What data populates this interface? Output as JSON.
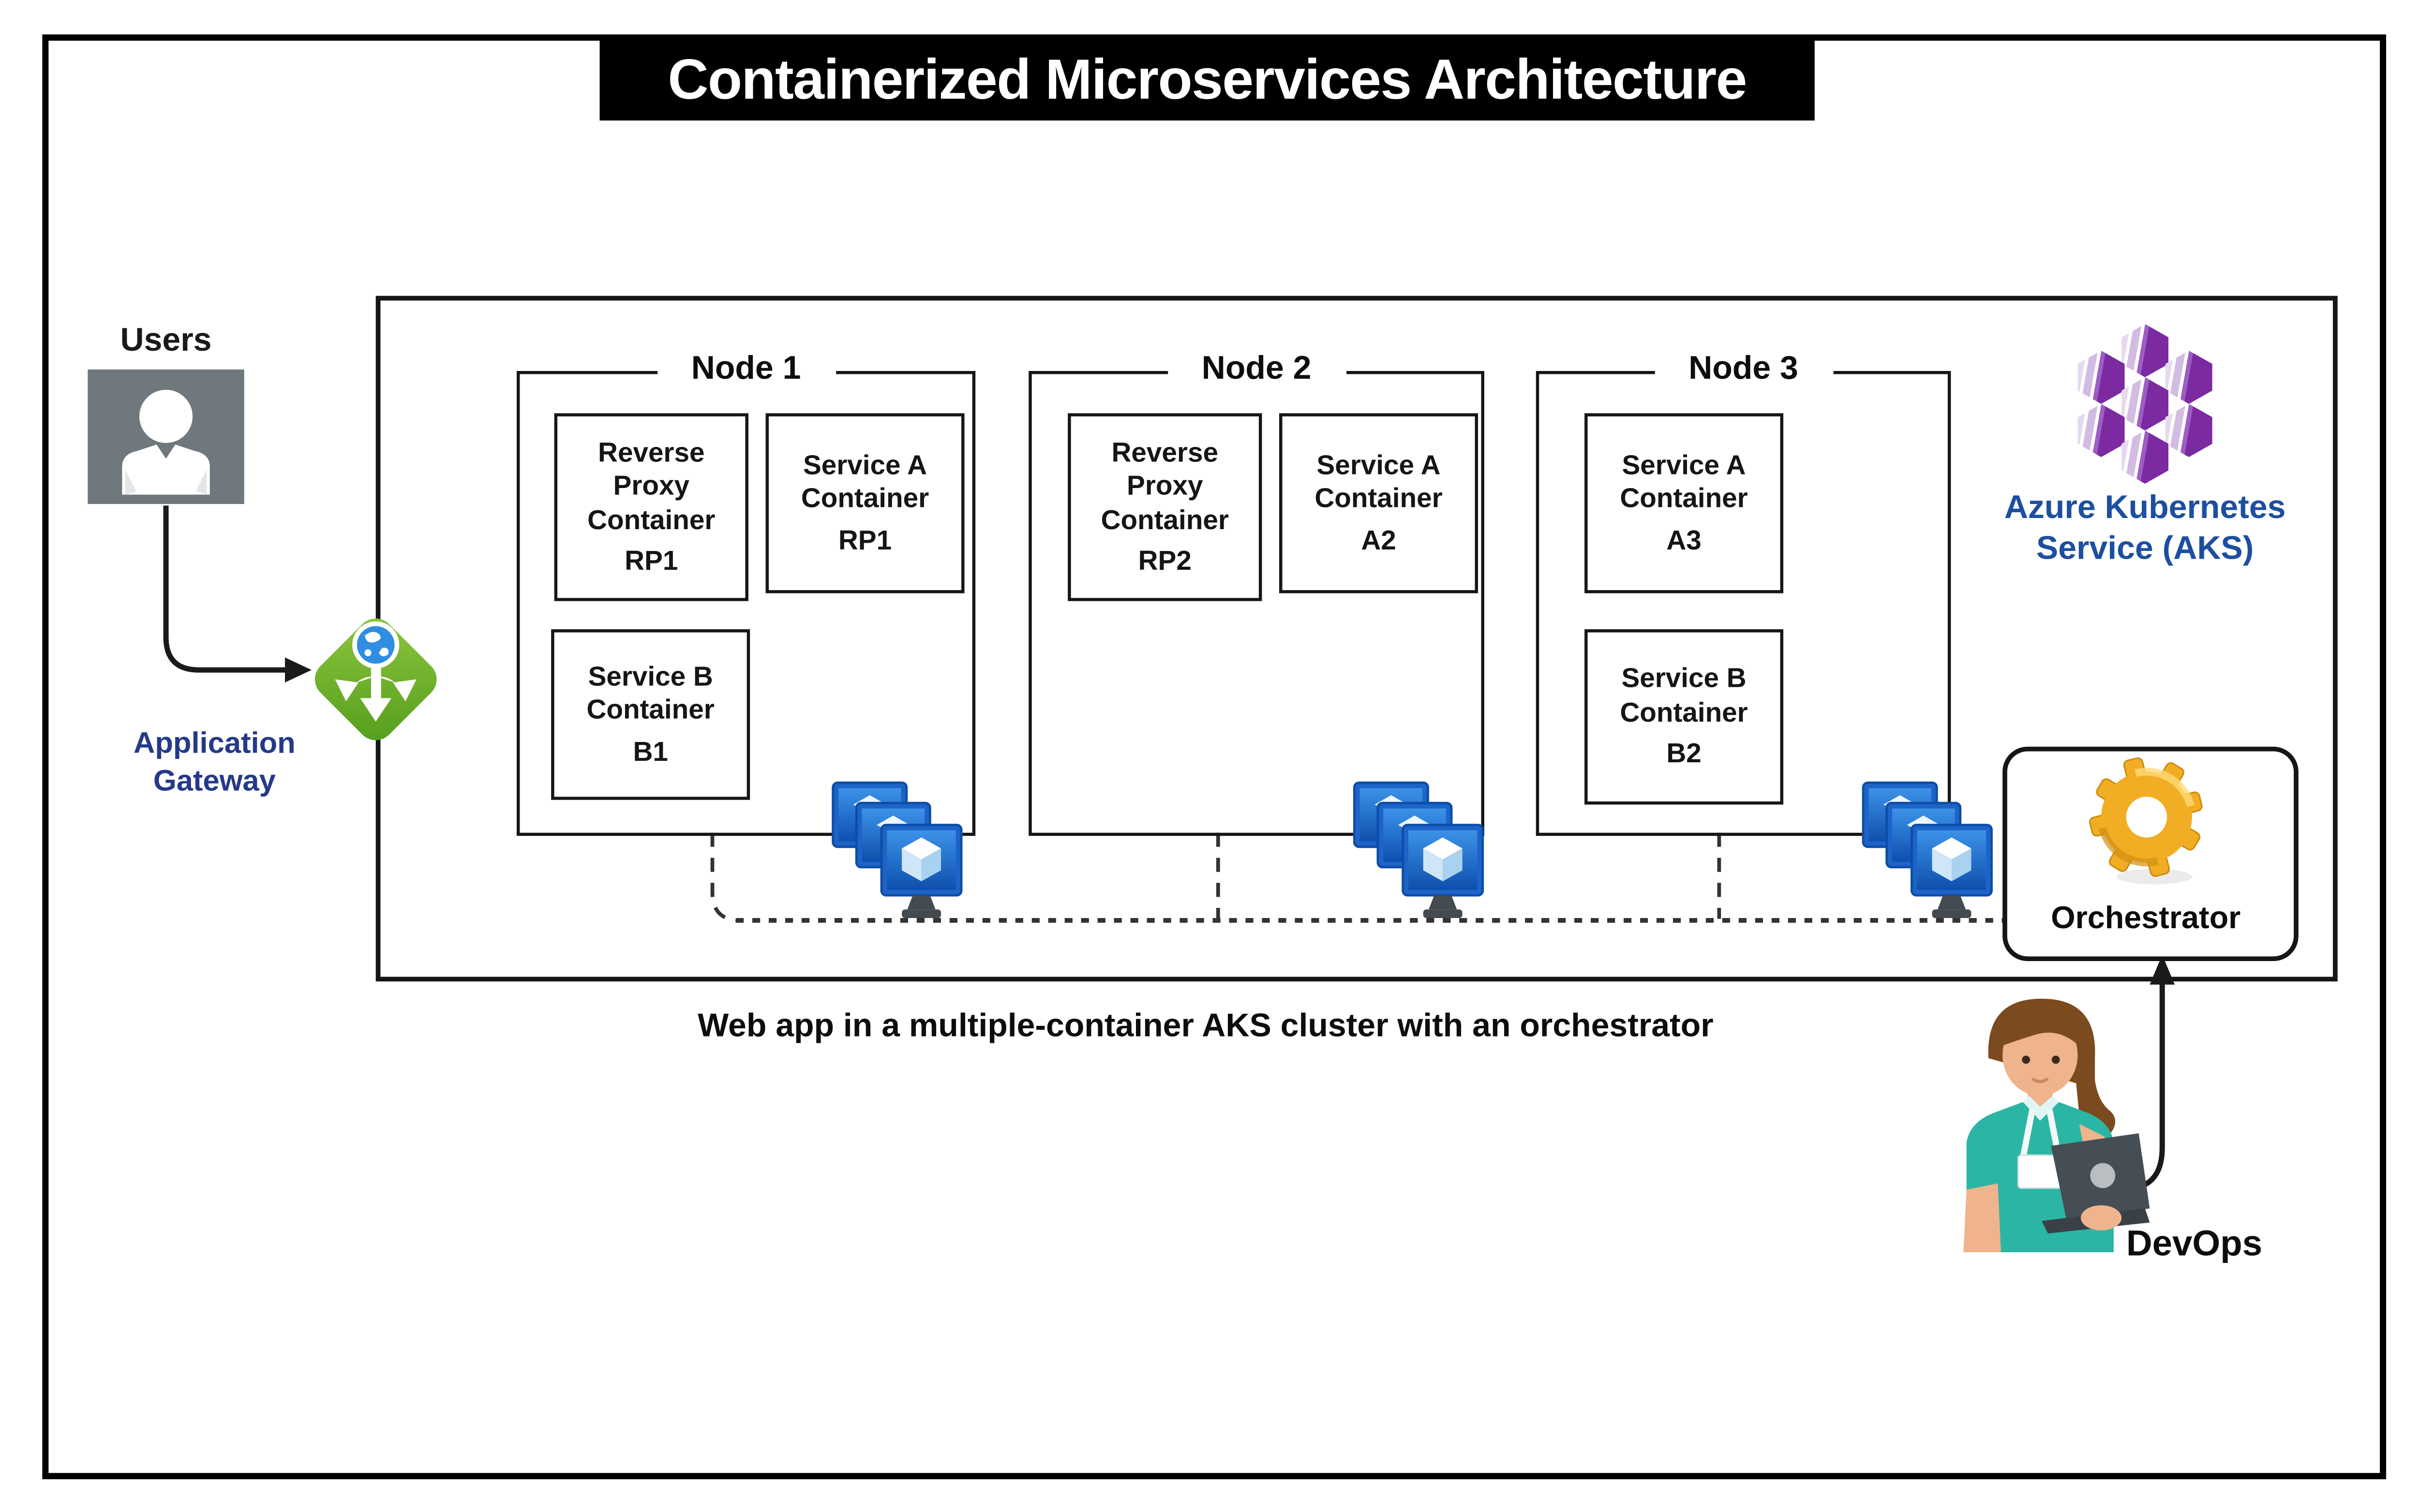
{
  "title": "Containerized Microservices Architecture",
  "caption": "Web app in a multiple-container AKS cluster with an orchestrator",
  "users": {
    "label": "Users"
  },
  "gateway": {
    "line1": "Application",
    "line2": "Gateway"
  },
  "aks": {
    "line1": "Azure Kubernetes",
    "line2": "Service (AKS)"
  },
  "orchestrator": {
    "label": "Orchestrator"
  },
  "devops": {
    "label": "DevOps"
  },
  "nodes": [
    {
      "name": "Node 1",
      "containers": [
        {
          "lines": [
            "Reverse",
            "Proxy",
            "Container"
          ],
          "id": "RP1"
        },
        {
          "lines": [
            "Service A",
            "Container"
          ],
          "id": "RP1"
        },
        {
          "lines": [
            "Service B",
            "Container"
          ],
          "id": "B1"
        }
      ]
    },
    {
      "name": "Node 2",
      "containers": [
        {
          "lines": [
            "Reverse",
            "Proxy",
            "Container"
          ],
          "id": "RP2"
        },
        {
          "lines": [
            "Service A",
            "Container"
          ],
          "id": "A2"
        }
      ]
    },
    {
      "name": "Node 3",
      "containers": [
        {
          "lines": [
            "Service A",
            "Container"
          ],
          "id": "A3"
        },
        {
          "lines": [
            "Service B",
            "Container"
          ],
          "id": "B2"
        }
      ]
    }
  ],
  "colors": {
    "banner_bg": "#000000",
    "id_blue": "#1b6fe0",
    "id_royal_blue": "#2050d8",
    "id_sky_blue": "#2fa6de",
    "id_dark_red": "#9e2b22",
    "gateway_green": "#6cb32b",
    "gateway_label_blue": "#24398a",
    "aks_purple": "#7b2aa0",
    "aks_label_blue": "#1d4fa0",
    "vm_blue": "#1d63c8",
    "gear_gold": "#f1ae24",
    "shirt_teal": "#2bb5a4",
    "users_gray": "#6e787d"
  }
}
